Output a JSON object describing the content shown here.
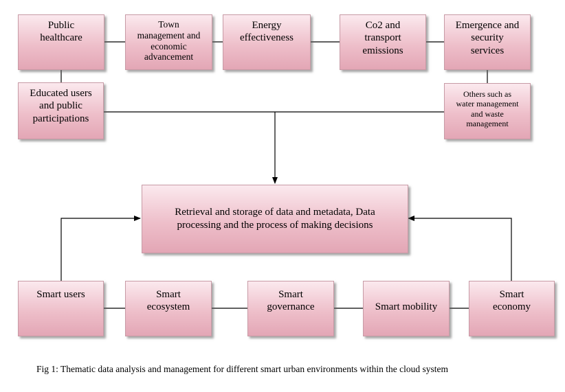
{
  "top_row": {
    "public_healthcare": "Public\nhealthcare",
    "town_management": "Town\nmanagement and\neconomic\nadvancement",
    "energy_effectiveness": "Energy\neffectiveness",
    "co2_emissions": "Co2 and\ntransport\nemissions",
    "emergence_security": "Emergence and\nsecurity\nservices"
  },
  "second_row": {
    "educated_users": "Educated users\nand public\nparticipations",
    "others": "Others such as\nwater management\nand waste\nmanagement"
  },
  "central": {
    "processing": "Retrieval and storage of data and metadata, Data\nprocessing and the process of making decisions"
  },
  "bottom_row": {
    "smart_users": "Smart users",
    "smart_ecosystem": "Smart\necosystem",
    "smart_governance": "Smart\ngovernance",
    "smart_mobility": "Smart mobility",
    "smart_economy": "Smart\neconomy"
  },
  "caption": "Fig 1: Thematic data analysis and management for different smart urban environments within the cloud system",
  "colors": {
    "node_fill": "#eebfca",
    "node_border": "#c79aa5",
    "line": "#000000"
  }
}
